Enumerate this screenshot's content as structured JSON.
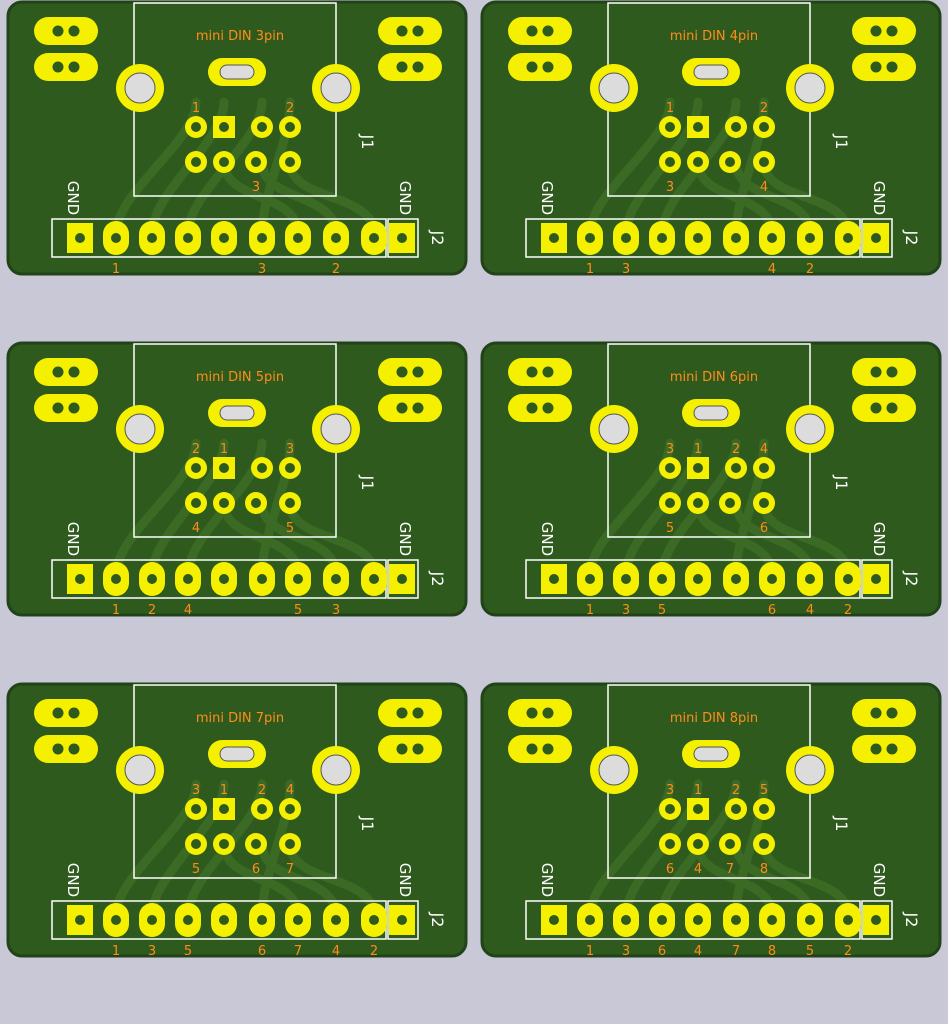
{
  "viewer": {
    "background": "#c8c8d6",
    "board_color": "#2f5a1d",
    "board_edge": "#22421a",
    "copper_color": "#f5f000",
    "silk_label_color": "#ff8c1a",
    "silk_line_color": "#ffffff",
    "trace_color": "#3b6a24"
  },
  "boards": [
    {
      "title": "mini DIN 3pin",
      "connector_ref": "J1",
      "header_ref": "J2",
      "gnd_left": "GND",
      "gnd_right": "GND",
      "din_top_labels": [
        "1",
        "",
        "",
        "2"
      ],
      "din_bottom_labels": [
        "",
        "",
        "3",
        ""
      ],
      "header_labels": [
        "",
        "1",
        "",
        "",
        "",
        "3",
        "",
        "2",
        "",
        ""
      ]
    },
    {
      "title": "mini DIN 4pin",
      "connector_ref": "J1",
      "header_ref": "J2",
      "gnd_left": "GND",
      "gnd_right": "GND",
      "din_top_labels": [
        "1",
        "",
        "",
        "2"
      ],
      "din_bottom_labels": [
        "3",
        "",
        "",
        "4"
      ],
      "header_labels": [
        "",
        "1",
        "3",
        "",
        "",
        "",
        "4",
        "2",
        "",
        ""
      ]
    },
    {
      "title": "mini DIN 5pin",
      "connector_ref": "J1",
      "header_ref": "J2",
      "gnd_left": "GND",
      "gnd_right": "GND",
      "din_top_labels": [
        "2",
        "1",
        "",
        "3"
      ],
      "din_bottom_labels": [
        "4",
        "",
        "",
        "5"
      ],
      "header_labels": [
        "",
        "1",
        "2",
        "4",
        "",
        "",
        "5",
        "3",
        "",
        ""
      ]
    },
    {
      "title": "mini DIN 6pin",
      "connector_ref": "J1",
      "header_ref": "J2",
      "gnd_left": "GND",
      "gnd_right": "GND",
      "din_top_labels": [
        "3",
        "1",
        "2",
        "4"
      ],
      "din_bottom_labels": [
        "5",
        "",
        "",
        "6"
      ],
      "header_labels": [
        "",
        "1",
        "3",
        "5",
        "",
        "",
        "6",
        "4",
        "2",
        ""
      ]
    },
    {
      "title": "mini DIN 7pin",
      "connector_ref": "J1",
      "header_ref": "J2",
      "gnd_left": "GND",
      "gnd_right": "GND",
      "din_top_labels": [
        "3",
        "1",
        "2",
        "4"
      ],
      "din_bottom_labels": [
        "5",
        "",
        "6",
        "7"
      ],
      "header_labels": [
        "",
        "1",
        "3",
        "5",
        "",
        "6",
        "7",
        "4",
        "2",
        ""
      ]
    },
    {
      "title": "mini DIN 8pin",
      "connector_ref": "J1",
      "header_ref": "J2",
      "gnd_left": "GND",
      "gnd_right": "GND",
      "din_top_labels": [
        "3",
        "1",
        "2",
        "5"
      ],
      "din_bottom_labels": [
        "6",
        "4",
        "7",
        "8"
      ],
      "header_labels": [
        "",
        "1",
        "3",
        "6",
        "4",
        "7",
        "8",
        "5",
        "2",
        ""
      ]
    }
  ]
}
